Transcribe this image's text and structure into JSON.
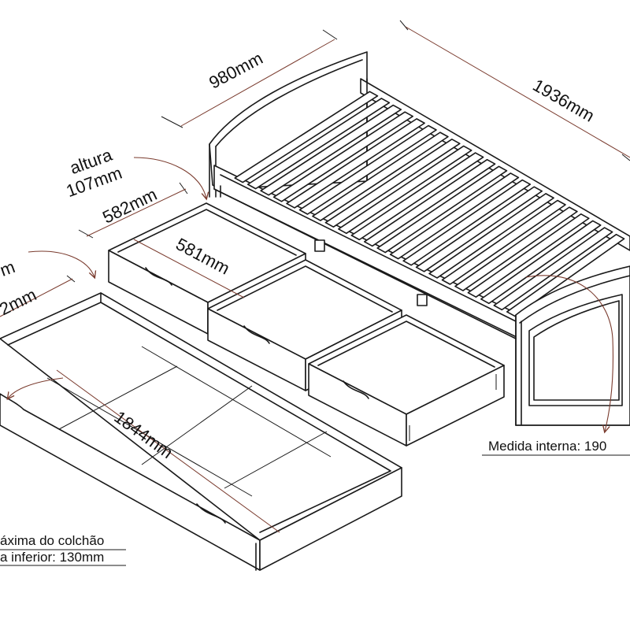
{
  "colors": {
    "ink": "#1a1a1a",
    "dimension_line": "#7a3b2e",
    "background": "#ffffff"
  },
  "labels": {
    "width_top": "980mm",
    "length_top": "1936mm",
    "height_label_line1": "altura",
    "height_label_line2": "107mm",
    "drawer_width": "582mm",
    "drawer_depth": "581mm",
    "trundle_length": "1844mm",
    "left_partial_line1": "",
    "left_partial_line2": "m",
    "left_partial_line3": "2mm",
    "mattress_note_line1": "áxima do colchão",
    "mattress_note_line2": "a inferior: 130mm",
    "internal_measure": "Medida interna: 190"
  }
}
